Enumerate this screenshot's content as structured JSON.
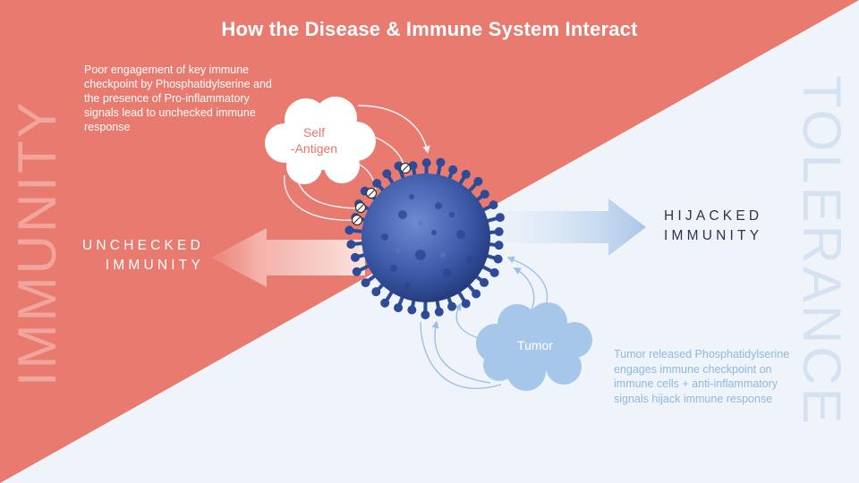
{
  "title": "How the Disease & Immune System Interact",
  "side_labels": {
    "left": "IMMUNITY",
    "right": "TOLERANCE"
  },
  "top_note": "Poor engagement of key immune checkpoint by Phosphatidylserine and the presence of Pro-inflammatory signals lead to unchecked immune response",
  "bottom_note": "Tumor released Phosphatidylserine engages immune checkpoint on immune cells + anti-inflammatory signals hijack immune response",
  "left_arrow": {
    "line1": "UNCHECKED",
    "line2": "IMMUNITY"
  },
  "right_arrow": {
    "line1": "HIJACKED",
    "line2": "IMMUNITY"
  },
  "clouds": {
    "self_line1": "Self",
    "self_line2": "-Antigen",
    "tumor": "Tumor"
  },
  "colors": {
    "immunity_bg": "#e97a6f",
    "tolerance_bg": "#eff4fa",
    "virus": "#3d5aa8",
    "arrow_blue": "#a9c6e8",
    "faded_text": "#d8e4f2"
  }
}
